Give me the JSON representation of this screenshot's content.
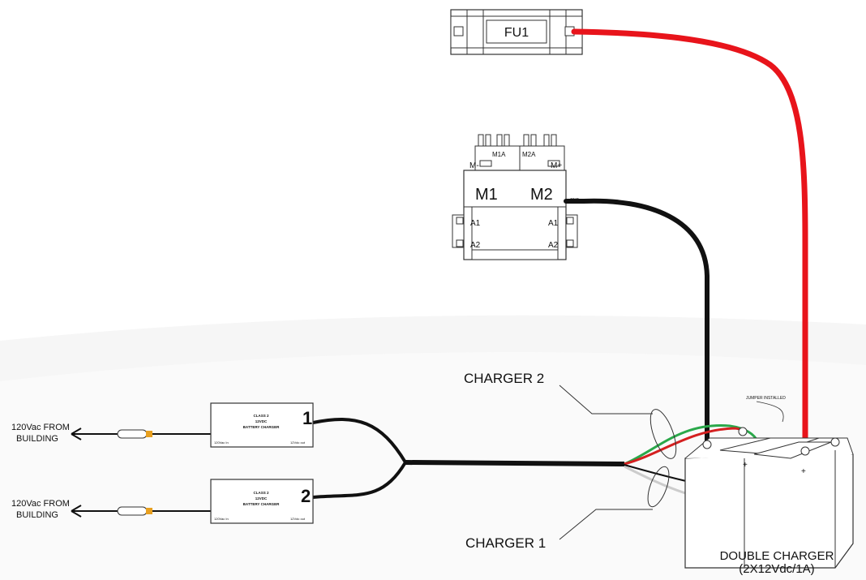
{
  "fuse": {
    "label": "FU1"
  },
  "controller": {
    "m1a": "M1A",
    "m2a": "M2A",
    "m_minus": "M-",
    "m_plus": "M+",
    "m1": "M1",
    "m2": "M2",
    "gnd": "GND",
    "a1_left": "A1",
    "a2_left": "A2",
    "a1_right": "A1",
    "a2_right": "A2"
  },
  "chargers": [
    {
      "number": "1",
      "line1": "CLASS 2",
      "line2": "12VDC",
      "line3": "BATTERY CHARGER",
      "in_label": "120Vac In",
      "out_label": "12Vdc out",
      "source_line1": "120Vac FROM",
      "source_line2": "BUILDING"
    },
    {
      "number": "2",
      "line1": "CLASS 2",
      "line2": "12VDC",
      "line3": "BATTERY CHARGER",
      "in_label": "120Vac In",
      "out_label": "12Vdc out",
      "source_line1": "120Vac FROM",
      "source_line2": "BUILDING"
    }
  ],
  "callouts": {
    "charger2": "CHARGER 2",
    "charger1": "CHARGER 1"
  },
  "battery": {
    "jumper_note": "JUMPER INSTALLED",
    "plus_left": "+",
    "plus_right": "+",
    "title_line1": "DOUBLE CHARGER",
    "title_line2": "(2X12Vdc/1A)"
  },
  "colors": {
    "red_wire": "#e8141b",
    "black_wire": "#111111",
    "green_wire": "#2aa84a",
    "grey_wire": "#cccccc"
  }
}
